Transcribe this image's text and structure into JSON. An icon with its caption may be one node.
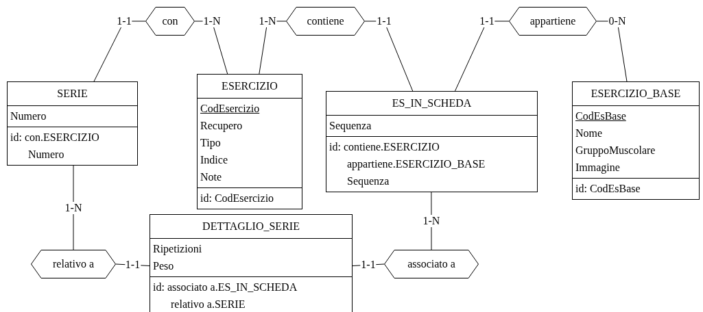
{
  "diagram": {
    "nodes": [
      {
        "text": [
          "SERIE",
          "Numero",
          "id: con.ESERCIZIO",
          "Numero"
        ]
      },
      {
        "text": [
          "ESERCIZIO",
          "CodEsercizio",
          "Recupero",
          "Tipo",
          "Indice",
          "Note",
          "id: CodEsercizio"
        ]
      },
      {
        "text": [
          "ES_IN_SCHEDA",
          "Sequenza",
          "id: contiene.ESERCIZIO",
          "appartiene.ESERCIZIO_BASE",
          "Sequenza"
        ]
      },
      {
        "text": [
          "ESERCIZIO_BASE",
          "CodEsBase",
          "Nome",
          "GruppoMuscolare",
          "Immagine",
          "id: CodEsBase"
        ]
      },
      {
        "text": [
          "DETTAGLIO_SERIE",
          "Ripetizioni",
          "Peso",
          "id: associato a.ES_IN_SCHEDA",
          "relativo a.SERIE"
        ]
      },
      {
        "text": [
          "con"
        ]
      },
      {
        "text": [
          "contiene"
        ]
      },
      {
        "text": [
          "appartiene"
        ]
      },
      {
        "text": [
          "relativo a"
        ]
      },
      {
        "text": [
          "associato a"
        ]
      }
    ],
    "edges": [
      {
        "from": 5,
        "to": 0,
        "arrow": "none",
        "label": "1-1"
      },
      {
        "from": 5,
        "to": 1,
        "arrow": "none",
        "label": "1-N"
      },
      {
        "from": 6,
        "to": 1,
        "arrow": "none",
        "label": "1-N"
      },
      {
        "from": 6,
        "to": 2,
        "arrow": "none",
        "label": "1-1"
      },
      {
        "from": 7,
        "to": 2,
        "arrow": "none",
        "label": "1-1"
      },
      {
        "from": 7,
        "to": 3,
        "arrow": "none",
        "label": "0-N"
      },
      {
        "from": 8,
        "to": 0,
        "arrow": "none",
        "label": "1-N"
      },
      {
        "from": 8,
        "to": 4,
        "arrow": "none",
        "label": "1-1"
      },
      {
        "from": 9,
        "to": 2,
        "arrow": "none",
        "label": "1-N"
      },
      {
        "from": 9,
        "to": 4,
        "arrow": "none",
        "label": "1-1"
      }
    ]
  }
}
